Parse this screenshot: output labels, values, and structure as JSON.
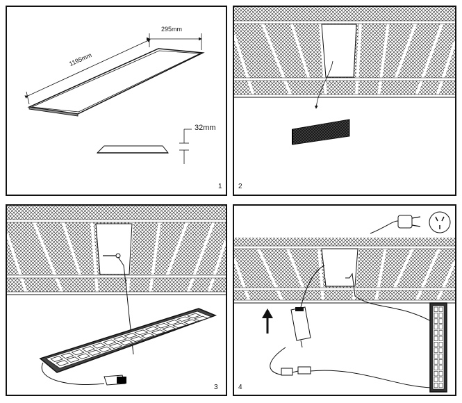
{
  "steps": [
    {
      "number": "1",
      "width_label": "295mm",
      "length_label": "1195mm",
      "thickness_label": "32mm"
    },
    {
      "number": "2"
    },
    {
      "number": "3"
    },
    {
      "number": "4"
    }
  ]
}
